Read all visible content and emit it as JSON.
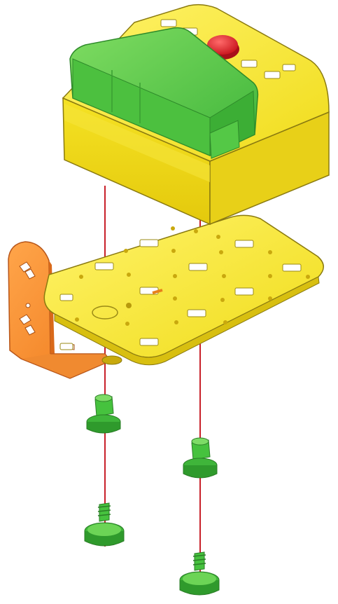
{
  "diagram": {
    "kind": "exploded assembly illustration",
    "labels": []
  },
  "parts": [
    {
      "id": "battery-box",
      "color": "#f2e21f"
    },
    {
      "id": "battery-pack",
      "color": "#5cc94a"
    },
    {
      "id": "power-button",
      "color": "#e0242c"
    },
    {
      "id": "base-plate",
      "color": "#f2e21f"
    },
    {
      "id": "angle-bracket",
      "color": "#f58a2a"
    },
    {
      "id": "spacer-connector",
      "color": "#46c23e",
      "count": 2
    },
    {
      "id": "thumb-screw",
      "color": "#46c23e",
      "count": 2
    }
  ],
  "colors": {
    "guide_line": "#c8202a",
    "outline": "#3a3a2a",
    "background": "#ffffff"
  }
}
